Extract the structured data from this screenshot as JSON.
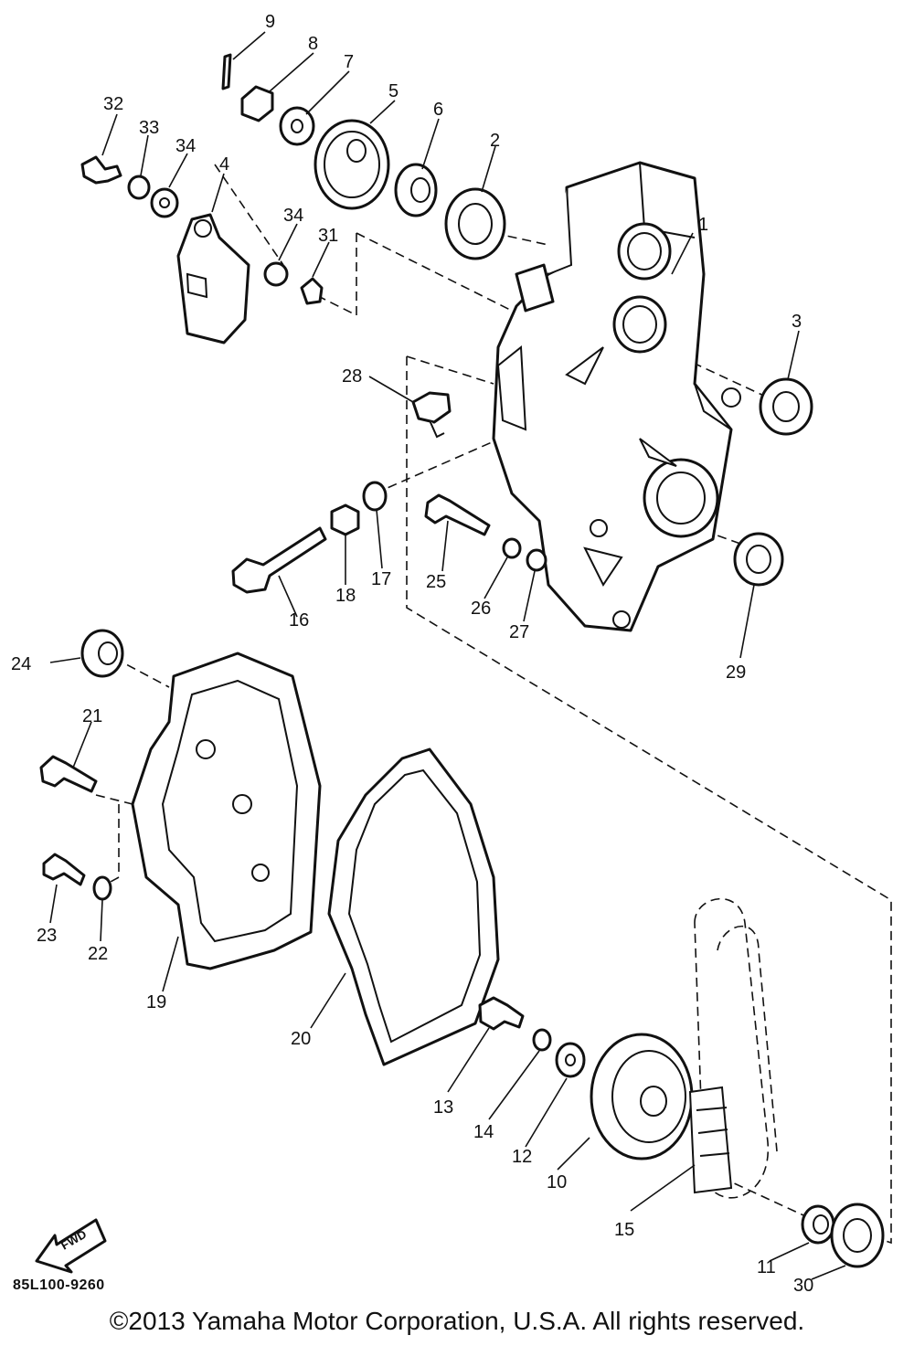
{
  "diagram": {
    "callouts": [
      "1",
      "2",
      "3",
      "4",
      "5",
      "6",
      "7",
      "8",
      "9",
      "10",
      "11",
      "12",
      "13",
      "14",
      "15",
      "16",
      "17",
      "18",
      "19",
      "20",
      "21",
      "22",
      "23",
      "24",
      "25",
      "26",
      "27",
      "28",
      "29",
      "30",
      "31",
      "32",
      "33",
      "34",
      "34"
    ],
    "fwd_label": "FWD",
    "code_label": "85L100-9260"
  },
  "footer": {
    "copyright": "©2013 Yamaha Motor Corporation, U.S.A. All rights reserved."
  }
}
